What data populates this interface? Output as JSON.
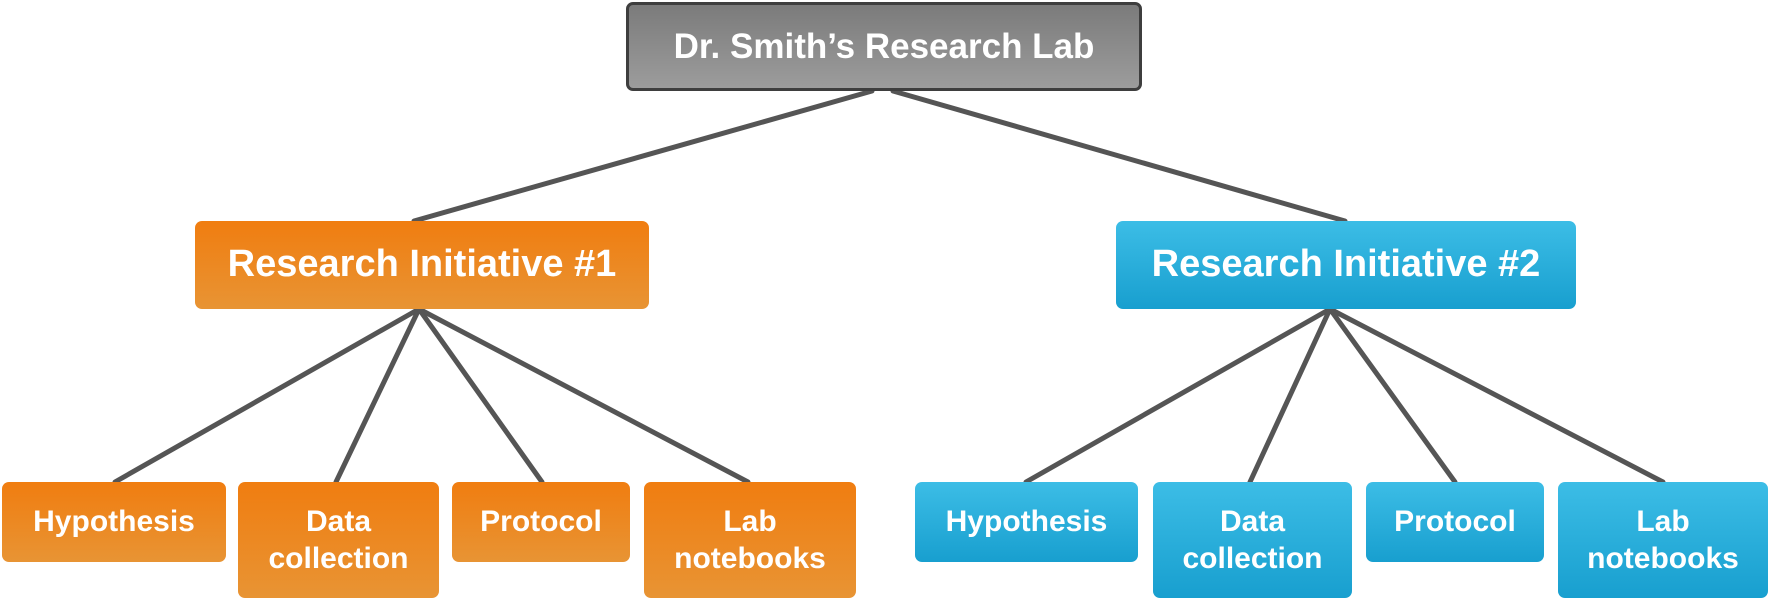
{
  "root": {
    "label": "Dr. Smith’s Research Lab"
  },
  "initiatives": [
    {
      "label": "Research Initiative #1",
      "color": "#f07d10",
      "items": [
        "Hypothesis",
        "Data collection",
        "Protocol",
        "Lab notebooks"
      ]
    },
    {
      "label": "Research Initiative #2",
      "color": "#2fb2e0",
      "items": [
        "Hypothesis",
        "Data collection",
        "Protocol",
        "Lab notebooks"
      ]
    }
  ],
  "colors": {
    "root_fill": "#8a8a8a",
    "root_border": "#3e3e3e",
    "connector": "#555555",
    "text": "#ffffff"
  }
}
